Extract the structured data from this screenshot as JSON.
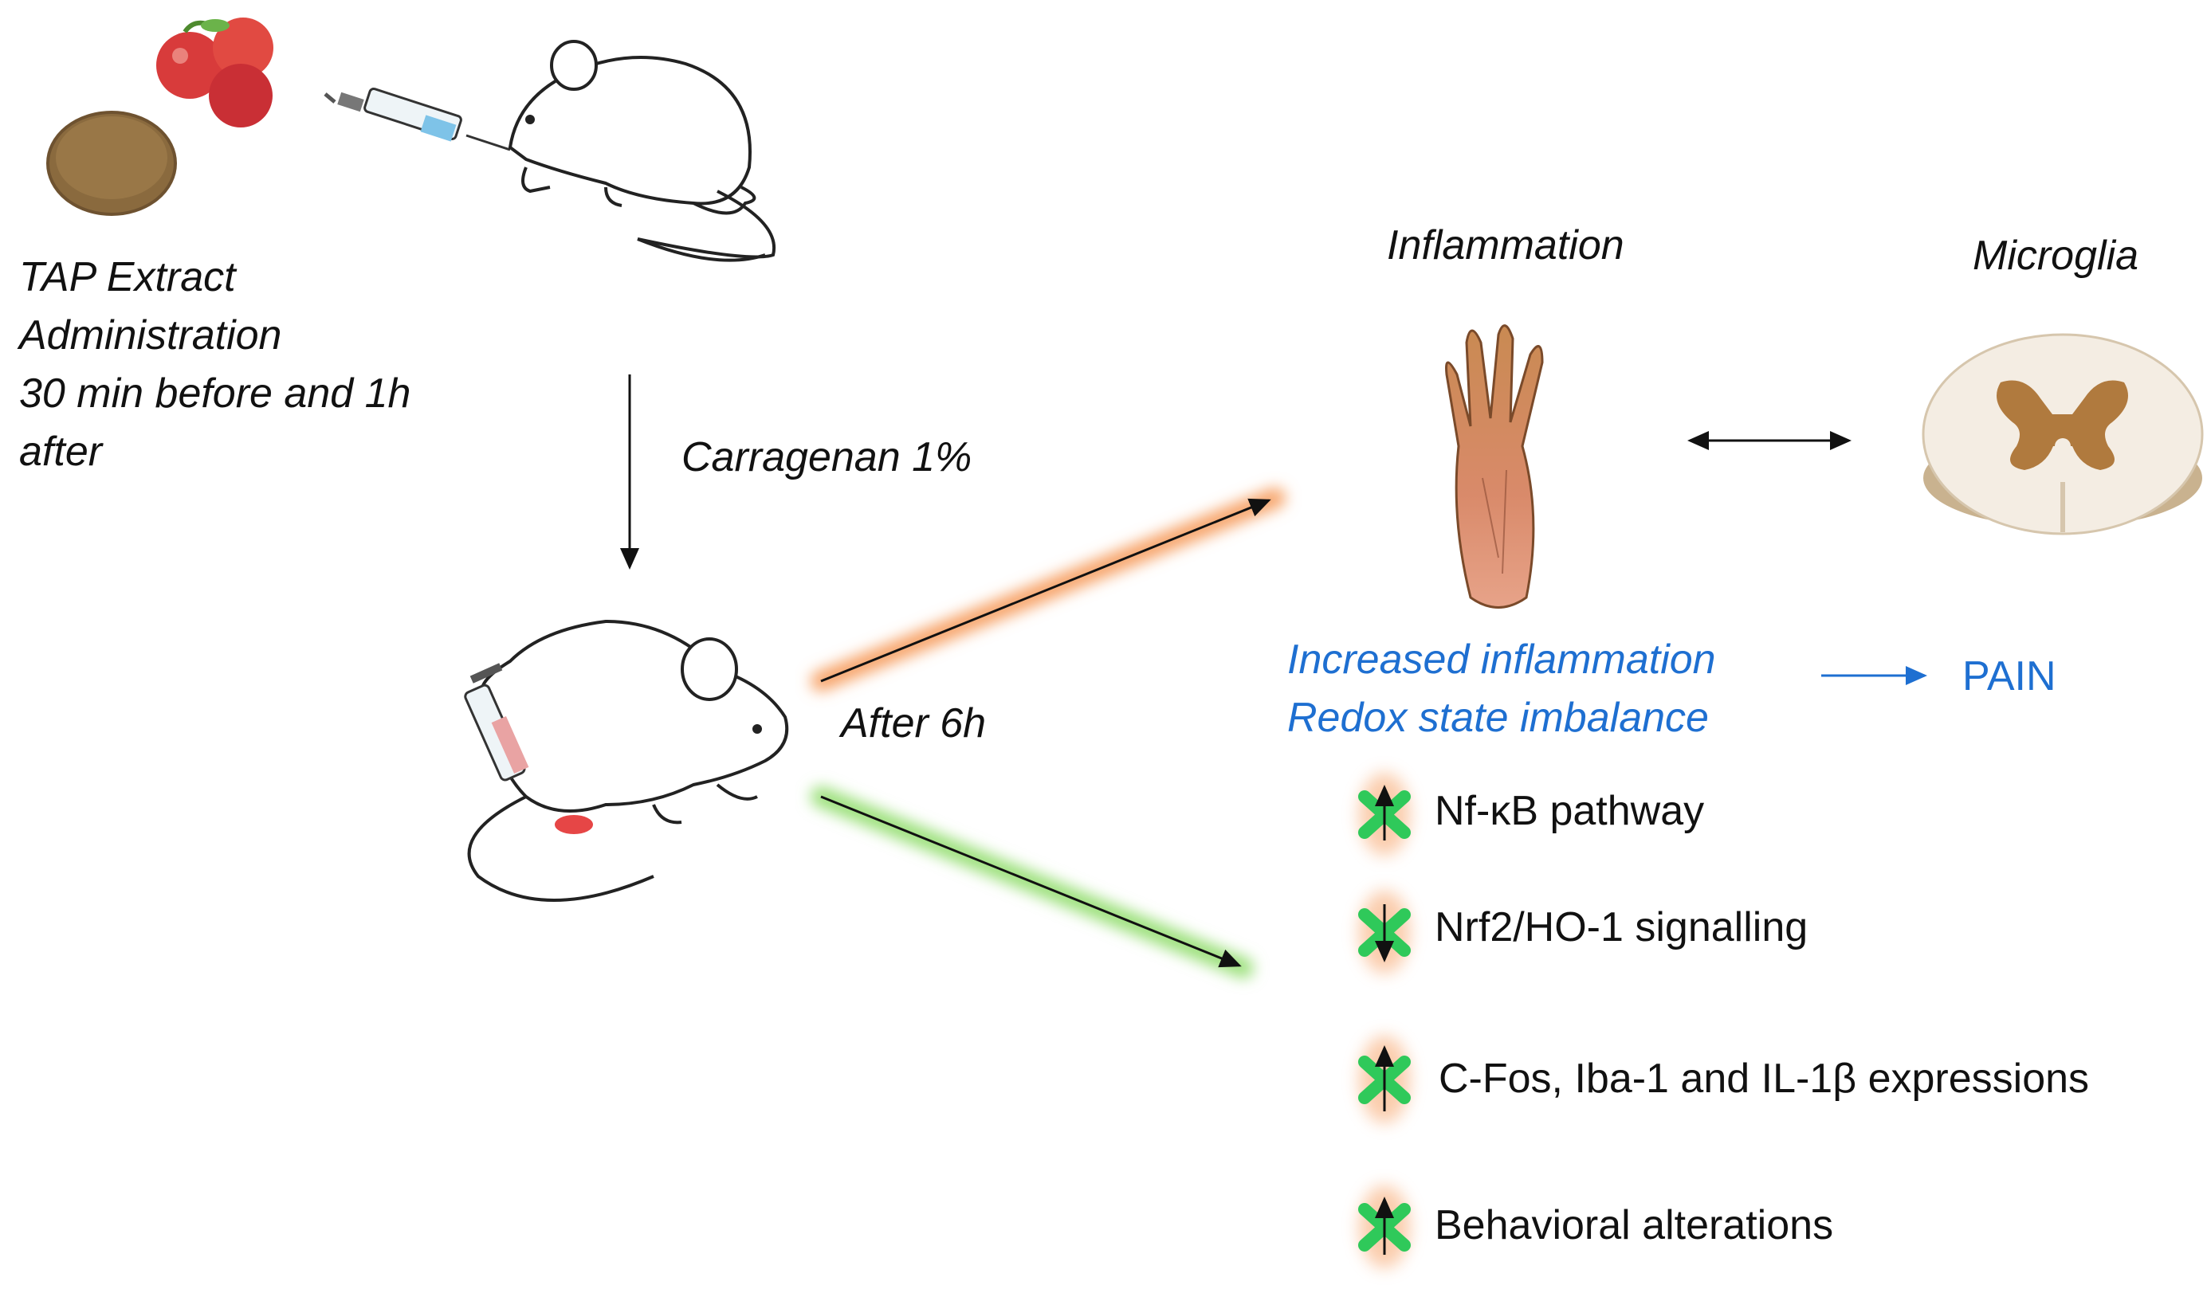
{
  "treatment": {
    "line1": "TAP Extract",
    "line2": "Administration",
    "line3": "30 min before and 1h",
    "line4": "after"
  },
  "induction": {
    "label": "Carragenan 1%"
  },
  "timepoint": {
    "label": "After 6h"
  },
  "headers": {
    "inflammation": "Inflammation",
    "microglia": "Microglia"
  },
  "effects": {
    "line1": "Increased inflammation",
    "line2": "Redox state imbalance",
    "result": "PAIN"
  },
  "outcomes": [
    {
      "label": "Nf-κB pathway",
      "arrow": "up"
    },
    {
      "label": "Nrf2/HO-1 signalling",
      "arrow": "down"
    },
    {
      "label": "C-Fos, Iba-1 and IL-1β expressions",
      "arrow": "up"
    },
    {
      "label": "Behavioral alterations",
      "arrow": "up"
    }
  ],
  "colors": {
    "accent_blue": "#1e6fd1",
    "glow_green": "#9be07a",
    "glow_orange": "#f7a46a",
    "cross_green": "#2fc95a"
  }
}
